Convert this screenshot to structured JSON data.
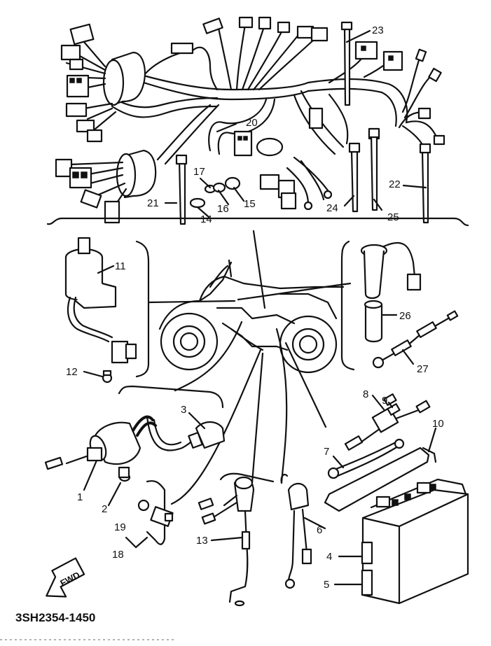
{
  "diagram": {
    "code": "3SH2354-1450",
    "direction_label": "FWD",
    "labels": {
      "l1": "1",
      "l2": "2",
      "l3": "3",
      "l4": "4",
      "l5": "5",
      "l6": "6",
      "l7": "7",
      "l8": "8",
      "l9": "9",
      "l10": "10",
      "l11": "11",
      "l12": "12",
      "l13": "13",
      "l14": "14",
      "l15": "15",
      "l16": "16",
      "l17": "17",
      "l18": "18",
      "l19": "19",
      "l20": "20",
      "l21": "21",
      "l22": "22",
      "l23": "23",
      "l24": "24",
      "l25": "25",
      "l26": "26",
      "l27": "27"
    }
  }
}
